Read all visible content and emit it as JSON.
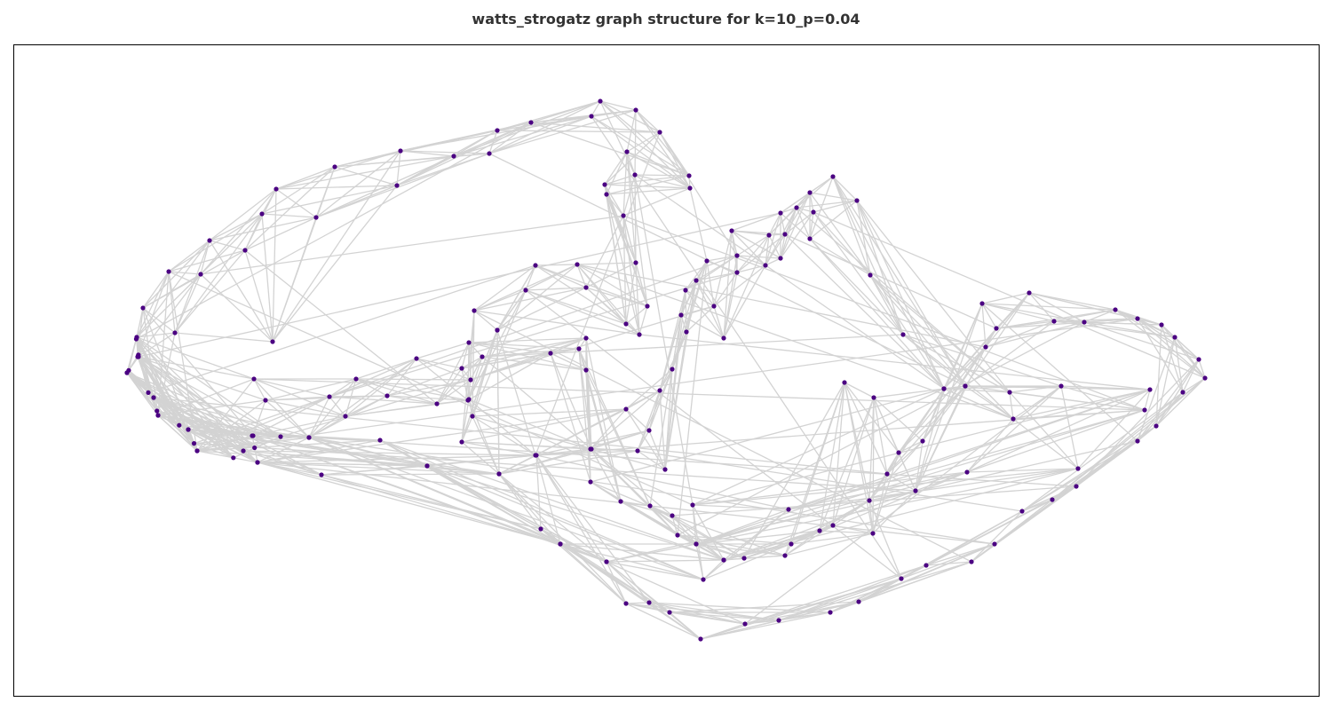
{
  "title": "watts_strogatz graph structure for k=10_p=0.04",
  "colors": {
    "node": "#4b0082",
    "edge": "#d3d3d3",
    "frame": "#000000"
  },
  "graph": {
    "model": "watts_strogatz",
    "k": 10,
    "p": 0.04,
    "node_count": 200
  }
}
